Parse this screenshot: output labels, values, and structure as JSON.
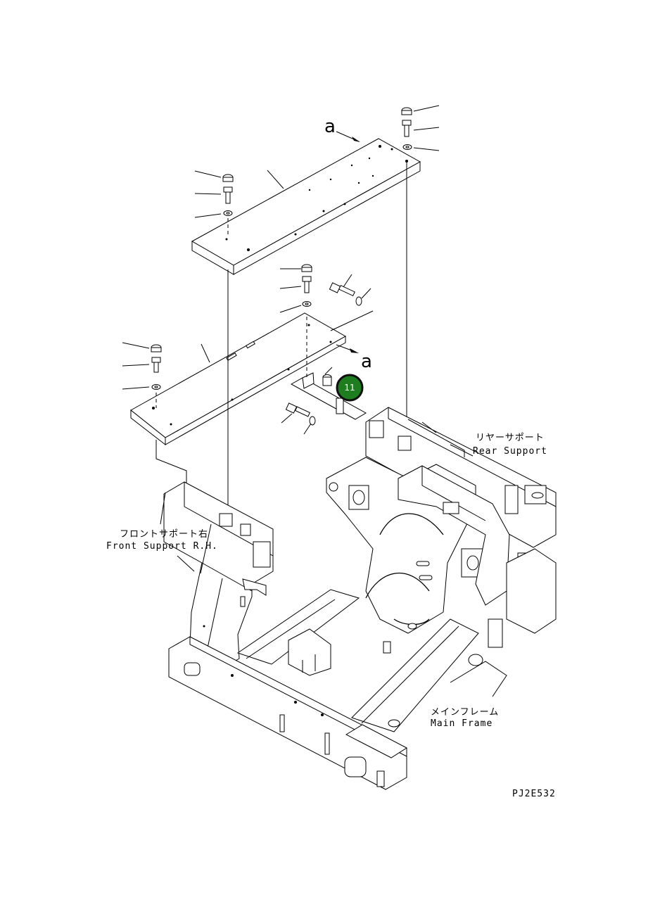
{
  "view_a_top": "a",
  "view_a_mid": "a",
  "rear_support": {
    "jp": "リヤーサポート",
    "en": "Rear Support"
  },
  "front_support": {
    "jp": "フロントサポート右",
    "en": "Front Support R.H."
  },
  "main_frame": {
    "jp": "メインフレーム",
    "en": "Main Frame"
  },
  "drawing_code": "PJ2E532",
  "callout": {
    "number": "11",
    "color": "#1e7d1e"
  }
}
